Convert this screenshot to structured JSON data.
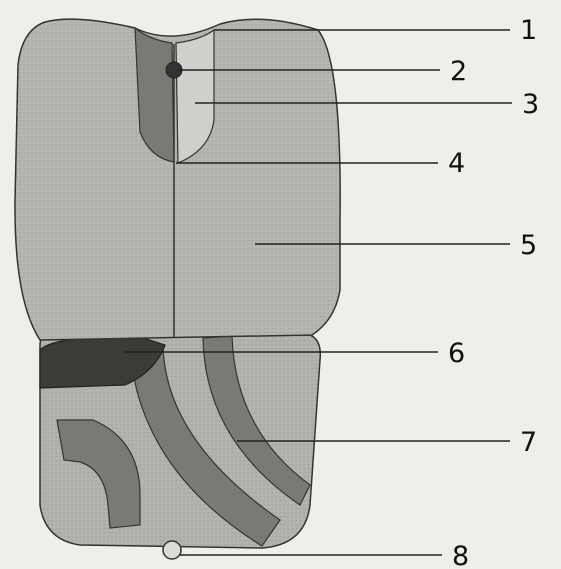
{
  "callouts": [
    "1",
    "2",
    "3",
    "4",
    "5",
    "6",
    "7",
    "8"
  ],
  "colors": {
    "background": "#eeeeea",
    "outline": "#333333",
    "upper_body": "#b4b4b0",
    "lower_body": "#b2b2ad",
    "light_panel": "#cfcfcb",
    "dark_band": "#7a7a75",
    "darkest_region": "#3b3b38",
    "ring": "#dcdcd6"
  }
}
